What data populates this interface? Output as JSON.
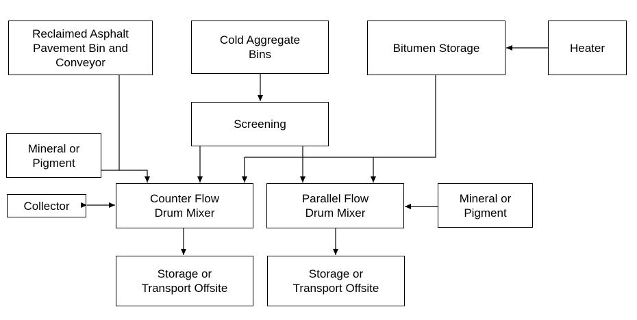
{
  "boxes": {
    "reclaimed_asphalt": "Reclaimed Asphalt\nPavement Bin and\nConveyor",
    "cold_aggregate": "Cold Aggregate\nBins",
    "bitumen_storage": "Bitumen Storage",
    "heater": "Heater",
    "screening": "Screening",
    "mineral_left": "Mineral or\nPigment",
    "collector": "Collector",
    "counter_flow": "Counter Flow\nDrum Mixer",
    "parallel_flow": "Parallel Flow\nDrum Mixer",
    "mineral_right": "Mineral or\nPigment",
    "storage_left": "Storage or\nTransport Offsite",
    "storage_right": "Storage or\nTransport Offsite"
  }
}
